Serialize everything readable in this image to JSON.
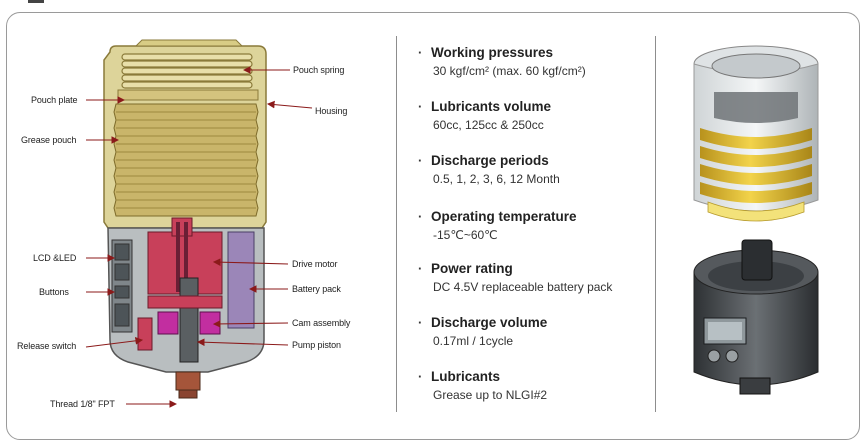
{
  "diagram": {
    "labels": {
      "pouch_spring": "Pouch spring",
      "housing": "Housing",
      "pouch_plate": "Pouch plate",
      "grease_pouch": "Grease pouch",
      "lcd_led": "LCD &LED",
      "buttons": "Buttons",
      "release_switch": "Release switch",
      "drive_motor": "Drive motor",
      "battery_pack": "Battery pack",
      "cam_assembly": "Cam assembly",
      "pump_piston": "Pump piston",
      "thread": "Thread 1/8\" FPT"
    }
  },
  "specs": [
    {
      "title": "Working pressures",
      "value": "30 kgf/cm² (max. 60 kgf/cm²)"
    },
    {
      "title": "Lubricants volume",
      "value": "60cc, 125cc & 250cc"
    },
    {
      "title": "Discharge periods",
      "value": "0.5, 1, 2, 3, 6, 12 Month"
    },
    {
      "title": "Operating temperature",
      "value": "-15℃~60℃"
    },
    {
      "title": "Power rating",
      "value": "DC 4.5V replaceable battery pack"
    },
    {
      "title": "Discharge volume",
      "value": "0.17ml / 1cycle"
    },
    {
      "title": "Lubricants",
      "value": "Grease up to NLGI#2"
    }
  ],
  "colors": {
    "housing": "#ddd49a",
    "housing_stroke": "#8a7a3a",
    "pouch": "#c9b56a",
    "motor": "#c8405a",
    "cam": "#c22ea0",
    "arrow": "#8b1a1a",
    "battery": "#9b86b8",
    "lower_body": "#9aa0a3"
  }
}
